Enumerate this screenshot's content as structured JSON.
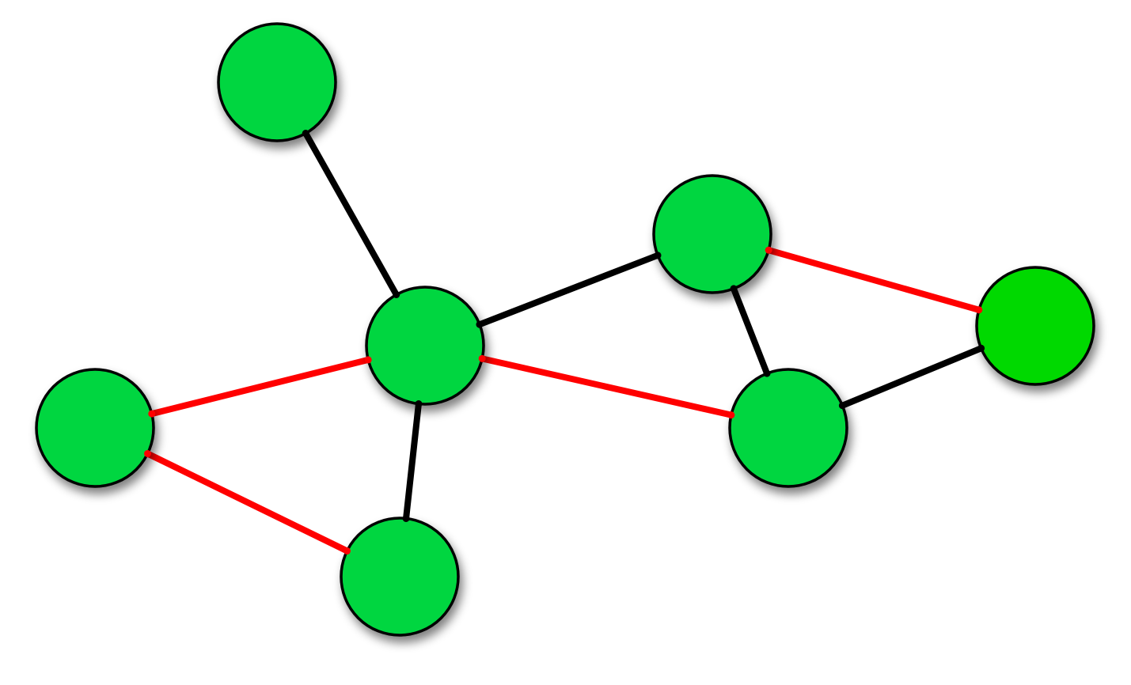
{
  "colors": {
    "background": "#ffffff",
    "node_fill": "#00d641",
    "node_fill_alt": "#00d900",
    "node_stroke": "#000000",
    "edge_black": "#000000",
    "edge_red": "#ff0000"
  },
  "nodes": [
    {
      "id": "n1",
      "fill": "node_fill"
    },
    {
      "id": "n2",
      "fill": "node_fill"
    },
    {
      "id": "n3",
      "fill": "node_fill"
    },
    {
      "id": "n4",
      "fill": "node_fill"
    },
    {
      "id": "n5",
      "fill": "node_fill"
    },
    {
      "id": "n6",
      "fill": "node_fill"
    },
    {
      "id": "n7",
      "fill": "node_fill_alt"
    }
  ],
  "edges": [
    {
      "from": "n1",
      "to": "n2",
      "color": "edge_black"
    },
    {
      "from": "n2",
      "to": "n5",
      "color": "edge_black"
    },
    {
      "from": "n2",
      "to": "n3",
      "color": "edge_red"
    },
    {
      "from": "n2",
      "to": "n6",
      "color": "edge_red"
    },
    {
      "from": "n2",
      "to": "n4",
      "color": "edge_black"
    },
    {
      "from": "n3",
      "to": "n4",
      "color": "edge_red"
    },
    {
      "from": "n5",
      "to": "n7",
      "color": "edge_red"
    },
    {
      "from": "n5",
      "to": "n6",
      "color": "edge_black"
    },
    {
      "from": "n6",
      "to": "n7",
      "color": "edge_black"
    }
  ]
}
